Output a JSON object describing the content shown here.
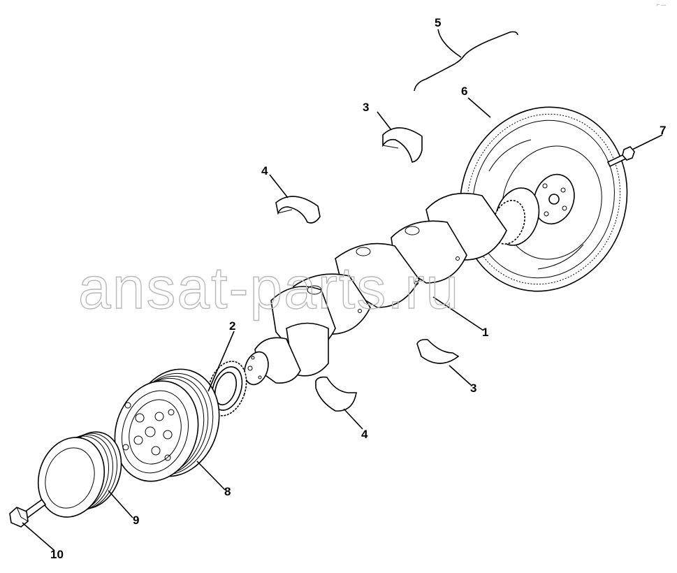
{
  "diagram": {
    "watermark": "ansat-parts.ru",
    "corner_mark": "⌐ —",
    "callouts": [
      {
        "id": "1",
        "text": "1"
      },
      {
        "id": "2",
        "text": "2"
      },
      {
        "id": "3a",
        "text": "3"
      },
      {
        "id": "3b",
        "text": "3"
      },
      {
        "id": "4a",
        "text": "4"
      },
      {
        "id": "4b",
        "text": "4"
      },
      {
        "id": "5",
        "text": "5"
      },
      {
        "id": "6",
        "text": "6"
      },
      {
        "id": "7",
        "text": "7"
      },
      {
        "id": "8",
        "text": "8"
      },
      {
        "id": "9",
        "text": "9"
      },
      {
        "id": "10",
        "text": "10"
      }
    ],
    "parts": [
      {
        "callout": "1",
        "icon": "crankshaft-icon"
      },
      {
        "callout": "2",
        "icon": "timing-gear-icon"
      },
      {
        "callout": "3",
        "icon": "main-bearing-shell-icon"
      },
      {
        "callout": "4",
        "icon": "main-bearing-shell-icon"
      },
      {
        "callout": "5",
        "icon": "flywheel-assembly-bracket-icon"
      },
      {
        "callout": "6",
        "icon": "flywheel-icon"
      },
      {
        "callout": "7",
        "icon": "bolt-icon"
      },
      {
        "callout": "8",
        "icon": "vibration-damper-pulley-icon"
      },
      {
        "callout": "9",
        "icon": "pulley-icon"
      },
      {
        "callout": "10",
        "icon": "bolt-icon"
      }
    ]
  }
}
